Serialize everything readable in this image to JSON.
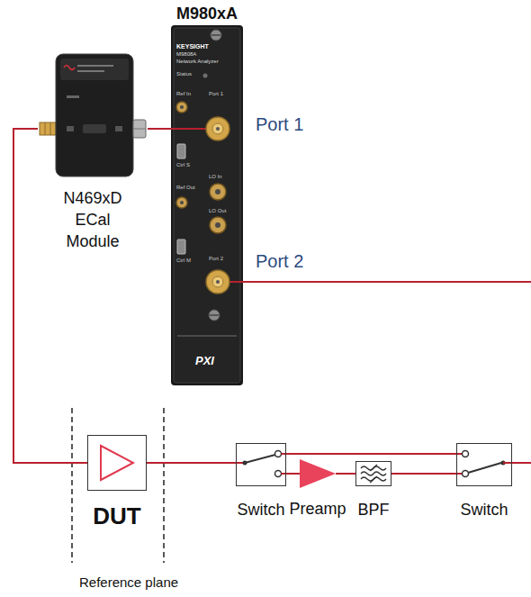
{
  "diagram": {
    "nodes": [
      {
        "text": [
          "M980xA"
        ]
      },
      {
        "text": [
          "N469xD ECal Module"
        ]
      },
      {
        "text": [
          "DUT"
        ]
      },
      {
        "text": [
          "Switch"
        ]
      },
      {
        "text": [
          "Preamp"
        ]
      },
      {
        "text": [
          "BPF"
        ]
      },
      {
        "text": [
          "Switch"
        ]
      }
    ],
    "edges": [
      {
        "from": 0,
        "to": 1,
        "arrow": "none"
      },
      {
        "from": 1,
        "to": 2,
        "arrow": "none"
      },
      {
        "from": 2,
        "to": 3,
        "arrow": "none"
      },
      {
        "from": 3,
        "to": 6,
        "arrow": "none"
      },
      {
        "from": 3,
        "to": 4,
        "arrow": "none"
      },
      {
        "from": 4,
        "to": 5,
        "arrow": "none"
      },
      {
        "from": 5,
        "to": 6,
        "arrow": "none"
      }
    ],
    "labels": [
      "Port 1",
      "Port 2",
      "Reference plane",
      "KEYSIGHT",
      "M9808A",
      "Network Analyzer",
      "Status",
      "Ref In",
      "Port 1",
      "Ctrl S",
      "LO In",
      "LO Out",
      "Ref Out",
      "Ctrl M",
      "Port 2",
      "PXI"
    ]
  }
}
